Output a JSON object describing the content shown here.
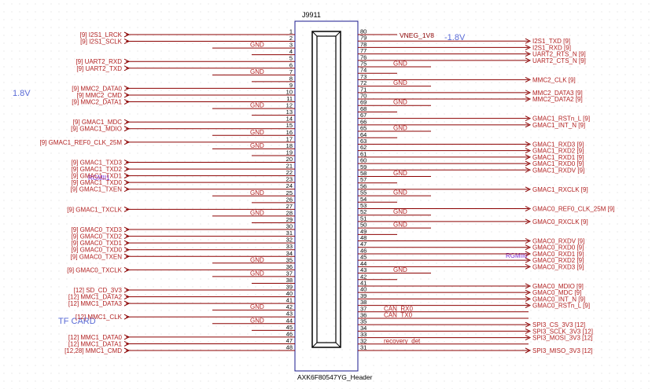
{
  "ref": "J9911",
  "part": "AXK6F80547YG_Header",
  "colors": {
    "wire": "#8b0000",
    "label": "#b22222",
    "pin": "#000000",
    "box": "#1a1a8c",
    "note": "#5a6bd6",
    "group": "#7a2ad6"
  },
  "notes": {
    "left_voltage": "1.8V",
    "right_voltage": "-1.8V",
    "vneg": "VNEG_1V8",
    "tf_card": "TF CARD",
    "rgmii1": "RGMII1",
    "rgmii0": "RGMII0"
  },
  "left_pins": [
    {
      "pin": "1",
      "label": "[9] I2S1_LRCK",
      "kind": "port"
    },
    {
      "pin": "2",
      "label": "[9] I2S1_SCLK",
      "kind": "port"
    },
    {
      "pin": "3",
      "label": "GND",
      "kind": "gnd"
    },
    {
      "pin": "4",
      "label": "",
      "kind": "none"
    },
    {
      "pin": "5",
      "label": "[9] UART2_RXD",
      "kind": "port"
    },
    {
      "pin": "6",
      "label": "[9] UART2_TXD",
      "kind": "port"
    },
    {
      "pin": "7",
      "label": "GND",
      "kind": "gnd"
    },
    {
      "pin": "8",
      "label": "",
      "kind": "none"
    },
    {
      "pin": "9",
      "label": "[9] MMC2_DATA0",
      "kind": "port"
    },
    {
      "pin": "10",
      "label": "[9] MMC2_CMD",
      "kind": "port"
    },
    {
      "pin": "11",
      "label": "[9] MMC2_DATA1",
      "kind": "port"
    },
    {
      "pin": "12",
      "label": "GND",
      "kind": "gnd"
    },
    {
      "pin": "13",
      "label": "",
      "kind": "none"
    },
    {
      "pin": "14",
      "label": "[9] GMAC1_MDC",
      "kind": "port"
    },
    {
      "pin": "15",
      "label": "[9] GMAC1_MDIO",
      "kind": "port"
    },
    {
      "pin": "16",
      "label": "GND",
      "kind": "gnd"
    },
    {
      "pin": "17",
      "label": "[9] GMAC1_REF0_CLK_25M",
      "kind": "port"
    },
    {
      "pin": "18",
      "label": "GND",
      "kind": "gnd"
    },
    {
      "pin": "19",
      "label": "",
      "kind": "none"
    },
    {
      "pin": "20",
      "label": "[9] GMAC1_TXD3",
      "kind": "port"
    },
    {
      "pin": "21",
      "label": "[9] GMAC1_TXD2",
      "kind": "port"
    },
    {
      "pin": "22",
      "label": "[9] GMAC1_TXD1",
      "kind": "port"
    },
    {
      "pin": "23",
      "label": "[9] GMAC1_TXD0",
      "kind": "port"
    },
    {
      "pin": "24",
      "label": "[9] GMAC1_TXEN",
      "kind": "port"
    },
    {
      "pin": "25",
      "label": "GND",
      "kind": "gnd"
    },
    {
      "pin": "26",
      "label": "",
      "kind": "none"
    },
    {
      "pin": "27",
      "label": "[9] GMAC1_TXCLK",
      "kind": "port"
    },
    {
      "pin": "28",
      "label": "GND",
      "kind": "gnd"
    },
    {
      "pin": "29",
      "label": "",
      "kind": "none"
    },
    {
      "pin": "30",
      "label": "[9] GMAC0_TXD3",
      "kind": "port"
    },
    {
      "pin": "31",
      "label": "[9] GMAC0_TXD2",
      "kind": "port"
    },
    {
      "pin": "32",
      "label": "[9] GMAC0_TXD1",
      "kind": "port"
    },
    {
      "pin": "33",
      "label": "[9] GMAC0_TXD0",
      "kind": "port"
    },
    {
      "pin": "34",
      "label": "[9] GMAC0_TXEN",
      "kind": "port"
    },
    {
      "pin": "35",
      "label": "GND",
      "kind": "gnd"
    },
    {
      "pin": "36",
      "label": "[9] GMAC0_TXCLK",
      "kind": "port"
    },
    {
      "pin": "37",
      "label": "GND",
      "kind": "gnd"
    },
    {
      "pin": "38",
      "label": "",
      "kind": "none"
    },
    {
      "pin": "39",
      "label": "[12] SD_CD_3V3",
      "kind": "port"
    },
    {
      "pin": "40",
      "label": "[12] MMC1_DATA2",
      "kind": "port"
    },
    {
      "pin": "41",
      "label": "[12] MMC1_DATA3",
      "kind": "port"
    },
    {
      "pin": "42",
      "label": "GND",
      "kind": "gnd"
    },
    {
      "pin": "43",
      "label": "[12] MMC1_CLK",
      "kind": "port"
    },
    {
      "pin": "44",
      "label": "GND",
      "kind": "gnd"
    },
    {
      "pin": "45",
      "label": "",
      "kind": "none"
    },
    {
      "pin": "46",
      "label": "[12] MMC1_DATA0",
      "kind": "port"
    },
    {
      "pin": "47",
      "label": "[12] MMC1_DATA1",
      "kind": "port"
    },
    {
      "pin": "48",
      "label": "[12,28] MMC1_CMD",
      "kind": "port"
    }
  ],
  "right_pins": [
    {
      "pin": "80",
      "label": "",
      "kind": "none"
    },
    {
      "pin": "79",
      "label": "I2S1_TXD [9]",
      "kind": "port"
    },
    {
      "pin": "78",
      "label": "I2S1_RXD [9]",
      "kind": "port"
    },
    {
      "pin": "77",
      "label": "UART2_RTS_N [9]",
      "kind": "port"
    },
    {
      "pin": "76",
      "label": "UART2_CTS_N [9]",
      "kind": "port"
    },
    {
      "pin": "75",
      "label": "GND",
      "kind": "gnd"
    },
    {
      "pin": "74",
      "label": "",
      "kind": "none"
    },
    {
      "pin": "73",
      "label": "MMC2_CLK [9]",
      "kind": "port"
    },
    {
      "pin": "72",
      "label": "GND",
      "kind": "gnd"
    },
    {
      "pin": "71",
      "label": "MMC2_DATA3 [9]",
      "kind": "port"
    },
    {
      "pin": "70",
      "label": "MMC2_DATA2 [9]",
      "kind": "port"
    },
    {
      "pin": "69",
      "label": "GND",
      "kind": "gnd"
    },
    {
      "pin": "68",
      "label": "",
      "kind": "none"
    },
    {
      "pin": "67",
      "label": "GMAC1_RSTn_L [9]",
      "kind": "port"
    },
    {
      "pin": "66",
      "label": "GMAC1_INT_N [9]",
      "kind": "port"
    },
    {
      "pin": "65",
      "label": "GND",
      "kind": "gnd"
    },
    {
      "pin": "64",
      "label": "",
      "kind": "none"
    },
    {
      "pin": "63",
      "label": "GMAC1_RXD3 [9]",
      "kind": "port"
    },
    {
      "pin": "62",
      "label": "GMAC1_RXD2 [9]",
      "kind": "port"
    },
    {
      "pin": "61",
      "label": "GMAC1_RXD1 [9]",
      "kind": "port"
    },
    {
      "pin": "60",
      "label": "GMAC1_RXD0 [9]",
      "kind": "port"
    },
    {
      "pin": "59",
      "label": "GMAC1_RXDV [9]",
      "kind": "port"
    },
    {
      "pin": "58",
      "label": "GND",
      "kind": "gnd"
    },
    {
      "pin": "57",
      "label": "",
      "kind": "none"
    },
    {
      "pin": "56",
      "label": "GMAC1_RXCLK [9]",
      "kind": "port"
    },
    {
      "pin": "55",
      "label": "GND",
      "kind": "gnd"
    },
    {
      "pin": "54",
      "label": "",
      "kind": "none"
    },
    {
      "pin": "53",
      "label": "GMAC0_REF0_CLK_25M [9]",
      "kind": "port"
    },
    {
      "pin": "52",
      "label": "GND",
      "kind": "gnd"
    },
    {
      "pin": "51",
      "label": "GMAC0_RXCLK [9]",
      "kind": "port"
    },
    {
      "pin": "50",
      "label": "GND",
      "kind": "gnd"
    },
    {
      "pin": "49",
      "label": "",
      "kind": "none"
    },
    {
      "pin": "48",
      "label": "GMAC0_RXDV [9]",
      "kind": "port"
    },
    {
      "pin": "47",
      "label": "GMAC0_RXD0 [9]",
      "kind": "port"
    },
    {
      "pin": "46",
      "label": "GMAC0_RXD1 [9]",
      "kind": "port"
    },
    {
      "pin": "45",
      "label": "GMAC0_RXD2 [9]",
      "kind": "port"
    },
    {
      "pin": "44",
      "label": "GMAC0_RXD3 [9]",
      "kind": "port"
    },
    {
      "pin": "43",
      "label": "GND",
      "kind": "gnd"
    },
    {
      "pin": "42",
      "label": "",
      "kind": "none"
    },
    {
      "pin": "41",
      "label": "GMAC0_MDIO [9]",
      "kind": "port"
    },
    {
      "pin": "40",
      "label": "GMAC0_MDC [9]",
      "kind": "port"
    },
    {
      "pin": "39",
      "label": "GMAC0_INT_N [9]",
      "kind": "port"
    },
    {
      "pin": "38",
      "label": "GMAC0_RSTn_L [9]",
      "kind": "port"
    },
    {
      "pin": "37",
      "label": "CAN_RX0",
      "kind": "net"
    },
    {
      "pin": "36",
      "label": "CAN_TX0",
      "kind": "net"
    },
    {
      "pin": "35",
      "label": "SPI3_CS_3V3 [12]",
      "kind": "port"
    },
    {
      "pin": "34",
      "label": "SPI3_SCLK_3V3 [12]",
      "kind": "port"
    },
    {
      "pin": "33",
      "label": "SPI3_MOSI_3V3 [12]",
      "kind": "port"
    },
    {
      "pin": "32",
      "label": "recovery_det",
      "kind": "net"
    },
    {
      "pin": "31",
      "label": "SPI3_MISO_3V3 [12]",
      "kind": "port"
    }
  ]
}
